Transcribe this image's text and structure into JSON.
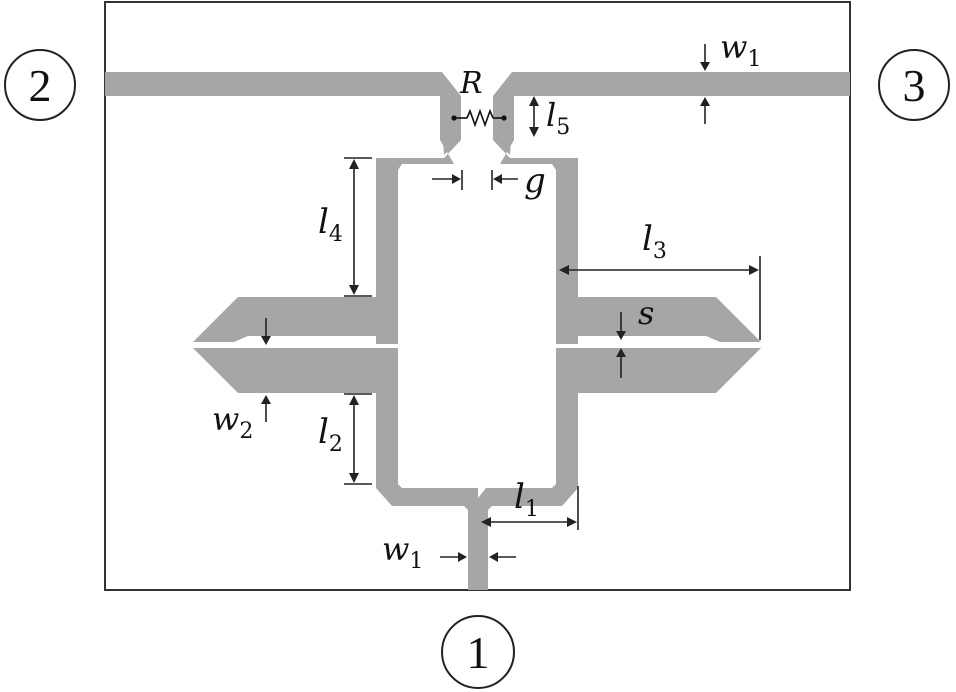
{
  "ports": [
    {
      "id": "port-1",
      "label": "1"
    },
    {
      "id": "port-2",
      "label": "2"
    },
    {
      "id": "port-3",
      "label": "3"
    }
  ],
  "resistor": {
    "label": "R"
  },
  "dimensions": {
    "w1_top": {
      "main": "w",
      "sub": "1"
    },
    "w1_bottom": {
      "main": "w",
      "sub": "1"
    },
    "w2": {
      "main": "w",
      "sub": "2"
    },
    "l1": {
      "main": "l",
      "sub": "1"
    },
    "l2": {
      "main": "l",
      "sub": "2"
    },
    "l3": {
      "main": "l",
      "sub": "3"
    },
    "l4": {
      "main": "l",
      "sub": "4"
    },
    "l5": {
      "main": "l",
      "sub": "5"
    },
    "g": {
      "main": "g"
    },
    "s": {
      "main": "s"
    }
  },
  "colors": {
    "trace": "#a6a6a6",
    "board_outline": "#333333",
    "text": "#111111"
  }
}
